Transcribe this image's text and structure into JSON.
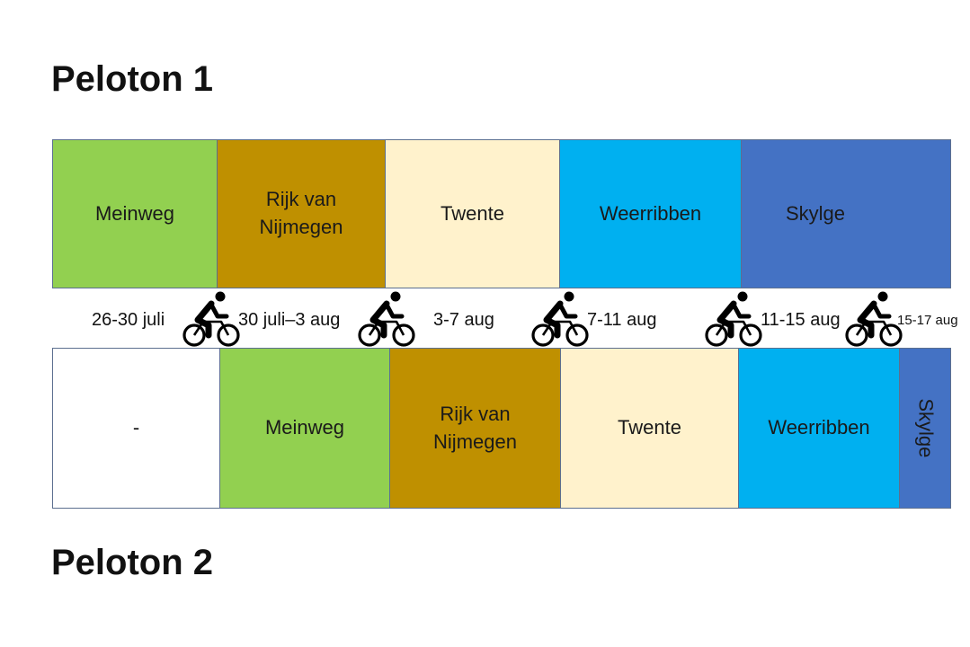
{
  "peloton1": {
    "title": "Peloton 1",
    "segments": [
      {
        "label": "Meinweg",
        "color": "#92d050"
      },
      {
        "label": "Rijk van\nNijmegen",
        "color": "#bf9000"
      },
      {
        "label": "Twente",
        "color": "#fff2cc"
      },
      {
        "label": "Weerribben",
        "color": "#00b0f0"
      },
      {
        "label": "Skylge",
        "color": "#4472c4"
      }
    ]
  },
  "peloton2": {
    "title": "Peloton 2",
    "segments": [
      {
        "label": "-",
        "color": "#ffffff"
      },
      {
        "label": "Meinweg",
        "color": "#92d050"
      },
      {
        "label": "Rijk van\nNijmegen",
        "color": "#bf9000"
      },
      {
        "label": "Twente",
        "color": "#fff2cc"
      },
      {
        "label": "Weerribben",
        "color": "#00b0f0"
      },
      {
        "label": "Skylge",
        "color": "#4472c4"
      }
    ]
  },
  "dates": [
    "26-30 juli",
    "30 juli–3 aug",
    "3-7 aug",
    "7-11 aug",
    "11-15 aug",
    "15-17 aug"
  ],
  "icons": [
    "bicycle-rider-icon"
  ]
}
